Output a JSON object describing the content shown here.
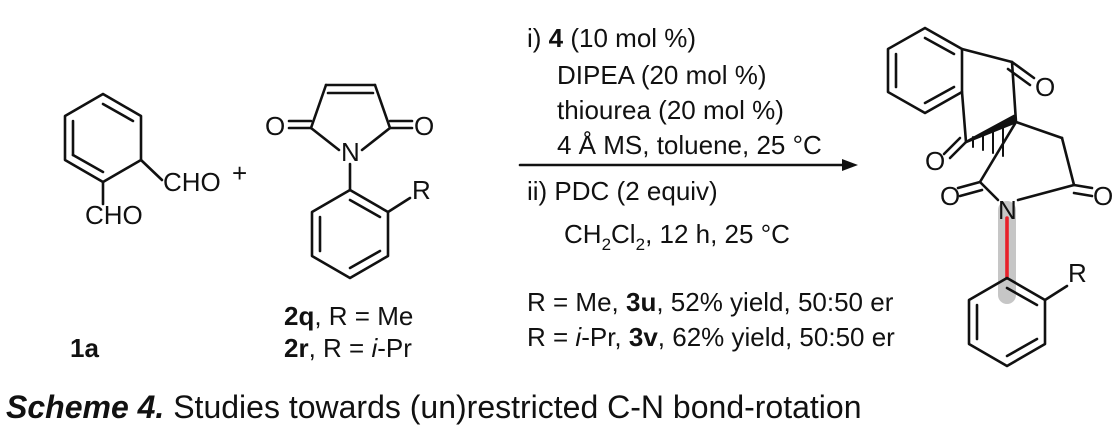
{
  "compound_1a": {
    "substituent_top": "CHO",
    "substituent_bottom": "CHO",
    "label": "1a"
  },
  "plus": "+",
  "maleimide": {
    "carbonyl_left": "O",
    "carbonyl_right": "O",
    "nitrogen": "N",
    "r_group": "R",
    "variants": [
      {
        "id": "2q",
        "text": ", R = Me",
        "italic": ""
      },
      {
        "id": "2r",
        "text": ", R = ",
        "italic": "i",
        "suffix": "-Pr"
      }
    ]
  },
  "conditions": {
    "step1": {
      "prefix": "i) ",
      "catalyst": "4",
      "catalyst_rest": " (10 mol %)",
      "line2": "DIPEA (20 mol %)",
      "line3": "thiourea (20 mol %)",
      "line4": "4 Å MS, toluene, 25 °C"
    },
    "step2": {
      "line1": "ii) PDC (2 equiv)",
      "solvent_a": "CH",
      "solvent_sub1": "2",
      "solvent_b": "Cl",
      "solvent_sub2": "2",
      "solvent_rest": ", 12 h, 25 °C"
    }
  },
  "results": [
    {
      "pre": "R = Me, ",
      "italic": "",
      "mid": "",
      "id": "3u",
      "rest": ", 52% yield, 50:50 er"
    },
    {
      "pre": "R = ",
      "italic": "i",
      "mid": "-Pr, ",
      "id": "3v",
      "rest": ", 62% yield, 50:50 er"
    }
  ],
  "product": {
    "o_top": "O",
    "o_left": "O",
    "o_ring_left": "O",
    "o_ring_right": "O",
    "nitrogen": "N",
    "r_group": "R"
  },
  "colors": {
    "highlight_bond": "#e8202a",
    "highlight_shade": "#c6c6c6"
  },
  "caption": {
    "label": "Scheme 4.",
    "text": " Studies towards (un)restricted C-N bond-rotation"
  }
}
